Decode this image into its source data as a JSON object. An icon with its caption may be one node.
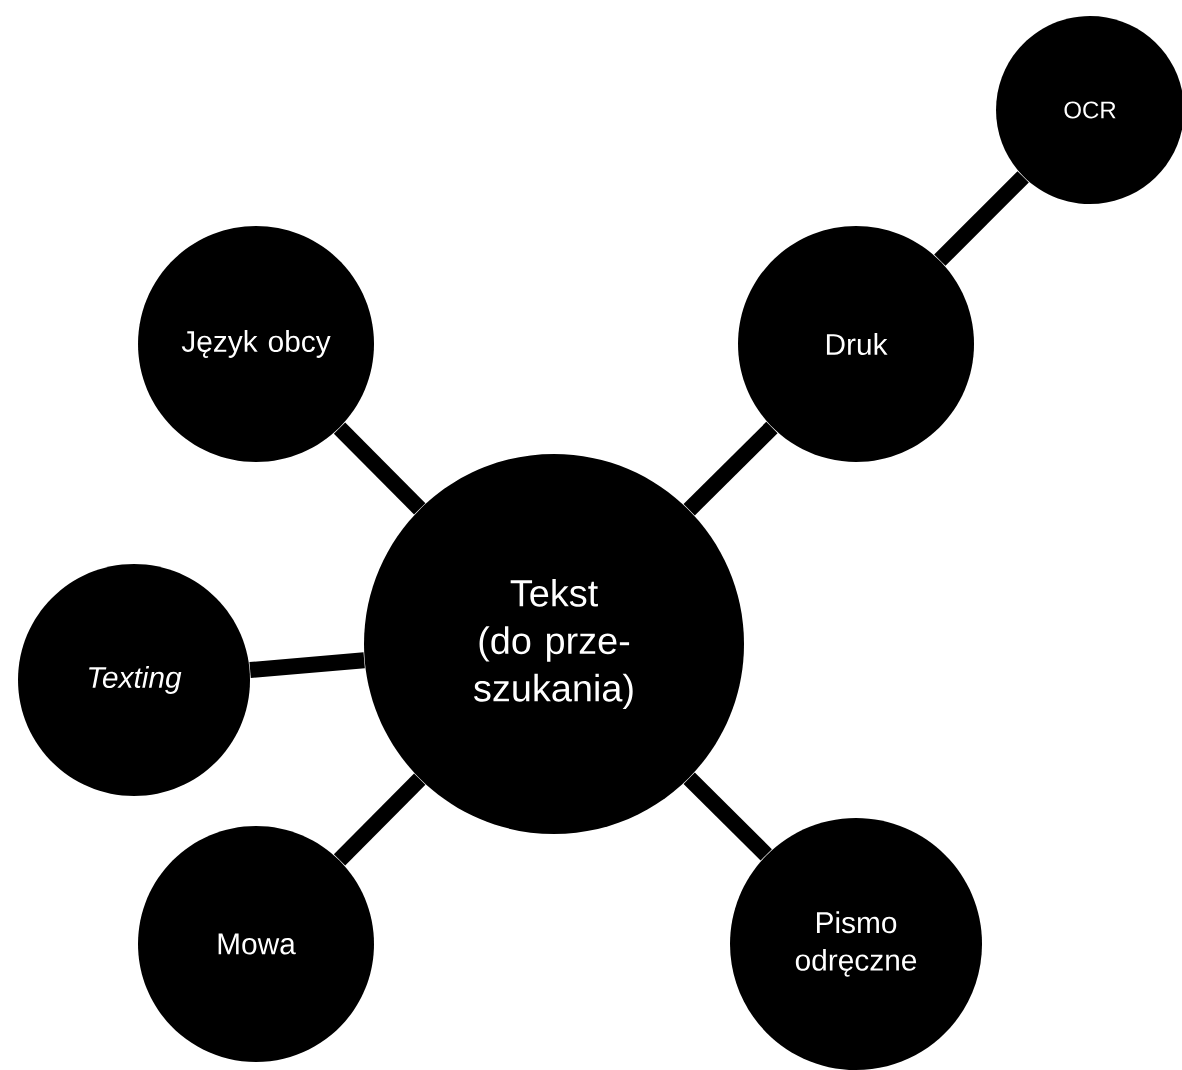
{
  "diagram": {
    "nodes": [
      {
        "text": [
          "Tekst (do prze-szukania)"
        ]
      },
      {
        "text": [
          "Język obcy"
        ]
      },
      {
        "text": [
          "Druk"
        ]
      },
      {
        "text": [
          "OCR"
        ]
      },
      {
        "text": [
          "Texting"
        ]
      },
      {
        "text": [
          "Mowa"
        ]
      },
      {
        "text": [
          "Pismo odręczne"
        ]
      }
    ],
    "edges": [
      {
        "from": 0,
        "to": 1,
        "arrow": "none"
      },
      {
        "from": 0,
        "to": 2,
        "arrow": "none"
      },
      {
        "from": 2,
        "to": 3,
        "arrow": "none"
      },
      {
        "from": 0,
        "to": 4,
        "arrow": "none"
      },
      {
        "from": 0,
        "to": 5,
        "arrow": "none"
      },
      {
        "from": 0,
        "to": 6,
        "arrow": "none"
      }
    ]
  }
}
